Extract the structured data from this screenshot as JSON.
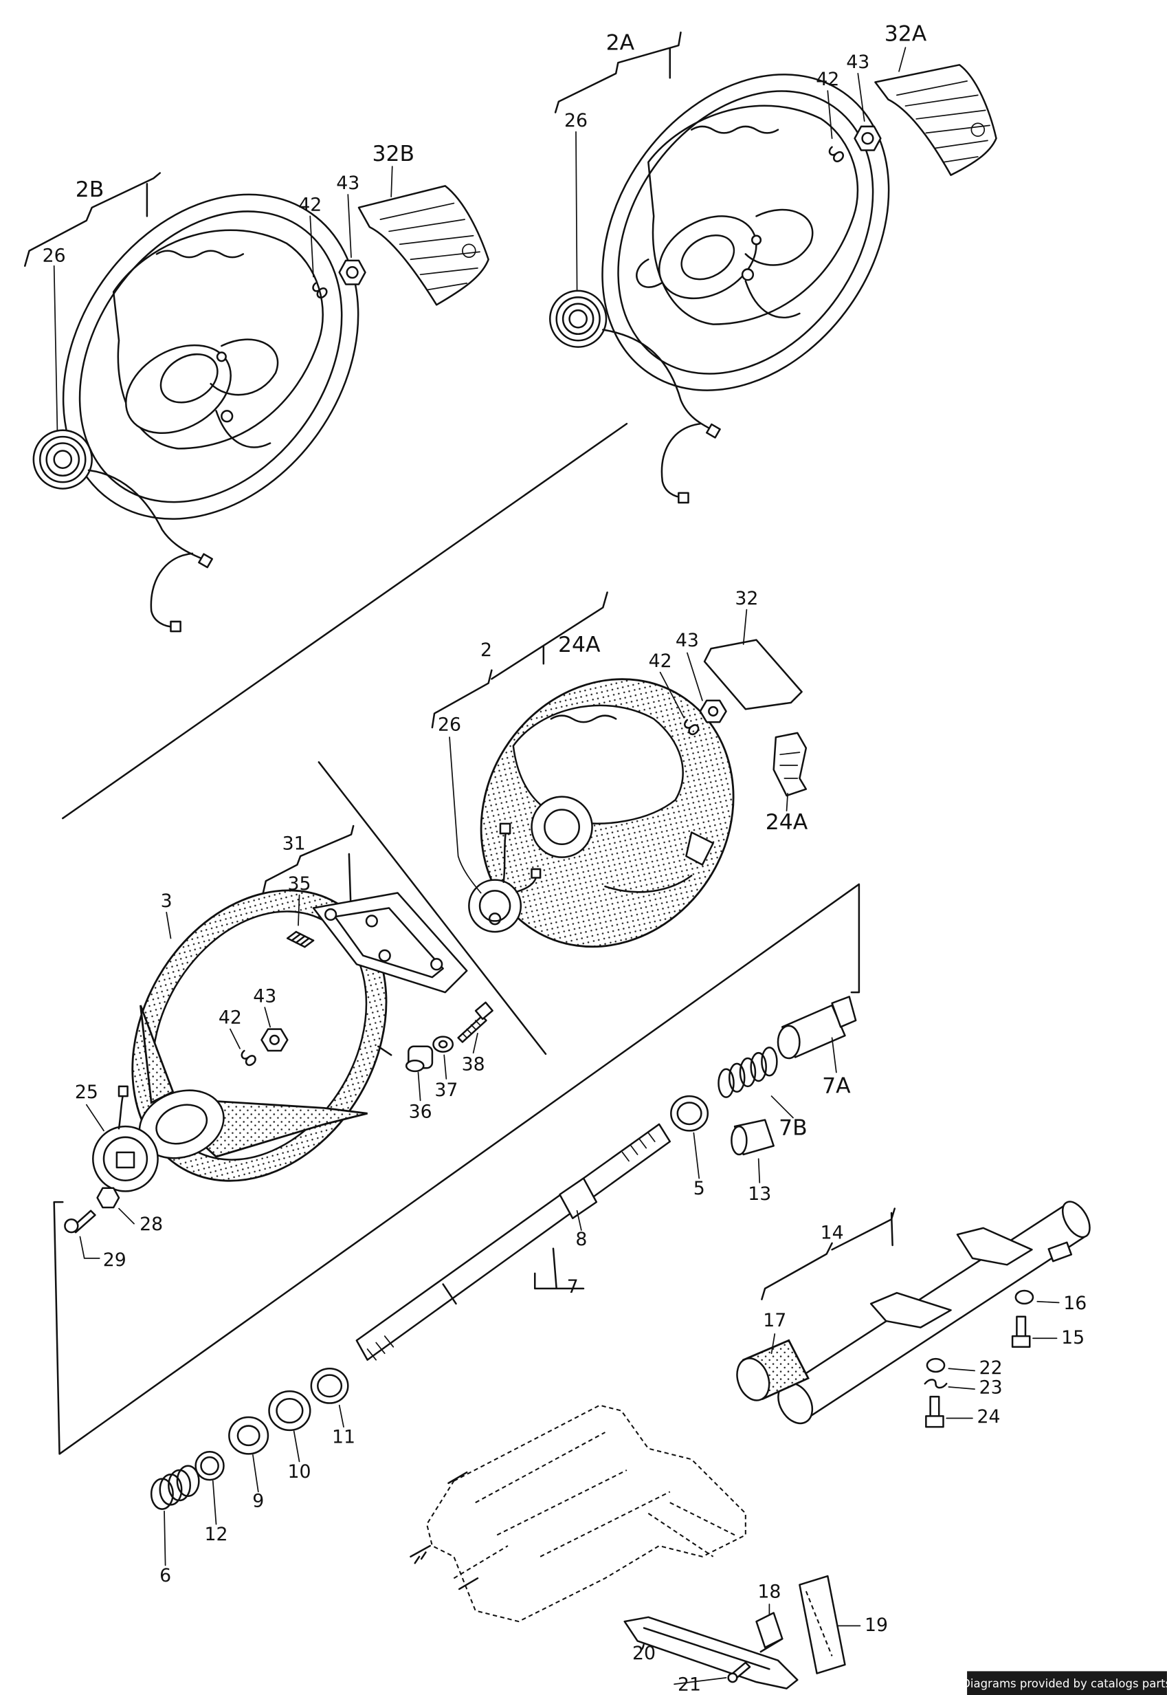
{
  "callouts": [
    "2A",
    "32A",
    "42",
    "43",
    "26",
    "2B",
    "32B",
    "42",
    "43",
    "26",
    "2",
    "24A",
    "32",
    "43",
    "42",
    "26",
    "24A",
    "31",
    "35",
    "3",
    "43",
    "42",
    "38",
    "37",
    "36",
    "7A",
    "7B",
    "25",
    "28",
    "29",
    "5",
    "13",
    "8",
    "7",
    "14",
    "16",
    "15",
    "17",
    "22",
    "23",
    "24",
    "11",
    "10",
    "9",
    "12",
    "6",
    "18",
    "19",
    "20",
    "21"
  ],
  "footer": "Diagrams provided by catalogs parts"
}
